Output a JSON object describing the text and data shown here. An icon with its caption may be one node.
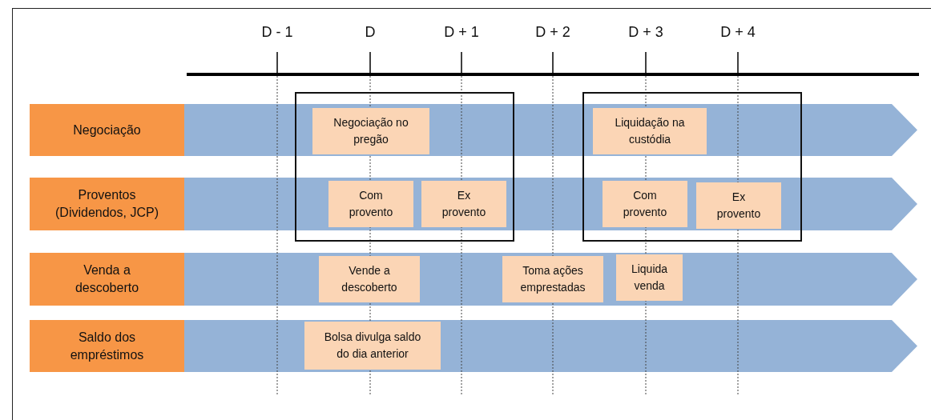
{
  "diagram": {
    "nodes": [
      {
        "text": [
          "Negociação"
        ]
      },
      {
        "text": [],
        "shape": "arrow"
      },
      {
        "text": [
          "Negociação no pregão"
        ]
      },
      {
        "text": [
          "Liquidação na custódia"
        ]
      },
      {
        "text": [
          "Proventos (Dividendos, JCP)"
        ]
      },
      {
        "text": [],
        "shape": "arrow"
      },
      {
        "text": [
          "Com provento"
        ]
      },
      {
        "text": [
          "Ex provento"
        ]
      },
      {
        "text": [
          "Com provento"
        ]
      },
      {
        "text": [
          "Ex provento"
        ]
      },
      {
        "text": [
          "Venda a descoberto"
        ]
      },
      {
        "text": [],
        "shape": "arrow"
      },
      {
        "text": [
          "Vende a descoberto"
        ],
        "in": 11
      },
      {
        "text": [
          "Toma ações emprestadas"
        ],
        "in": 11
      },
      {
        "text": [
          "Liquida venda"
        ],
        "in": 11
      },
      {
        "text": [
          "Saldo dos empréstimos"
        ]
      },
      {
        "text": [],
        "shape": "arrow"
      },
      {
        "text": [
          "Bolsa divulga saldo do dia anterior"
        ],
        "in": 16
      },
      {
        "text": [],
        "shape": "box"
      },
      {
        "text": [],
        "shape": "box"
      }
    ],
    "labels": [
      "D - 1",
      "D",
      "D + 1",
      "D + 2",
      "D + 3",
      "D + 4"
    ]
  }
}
